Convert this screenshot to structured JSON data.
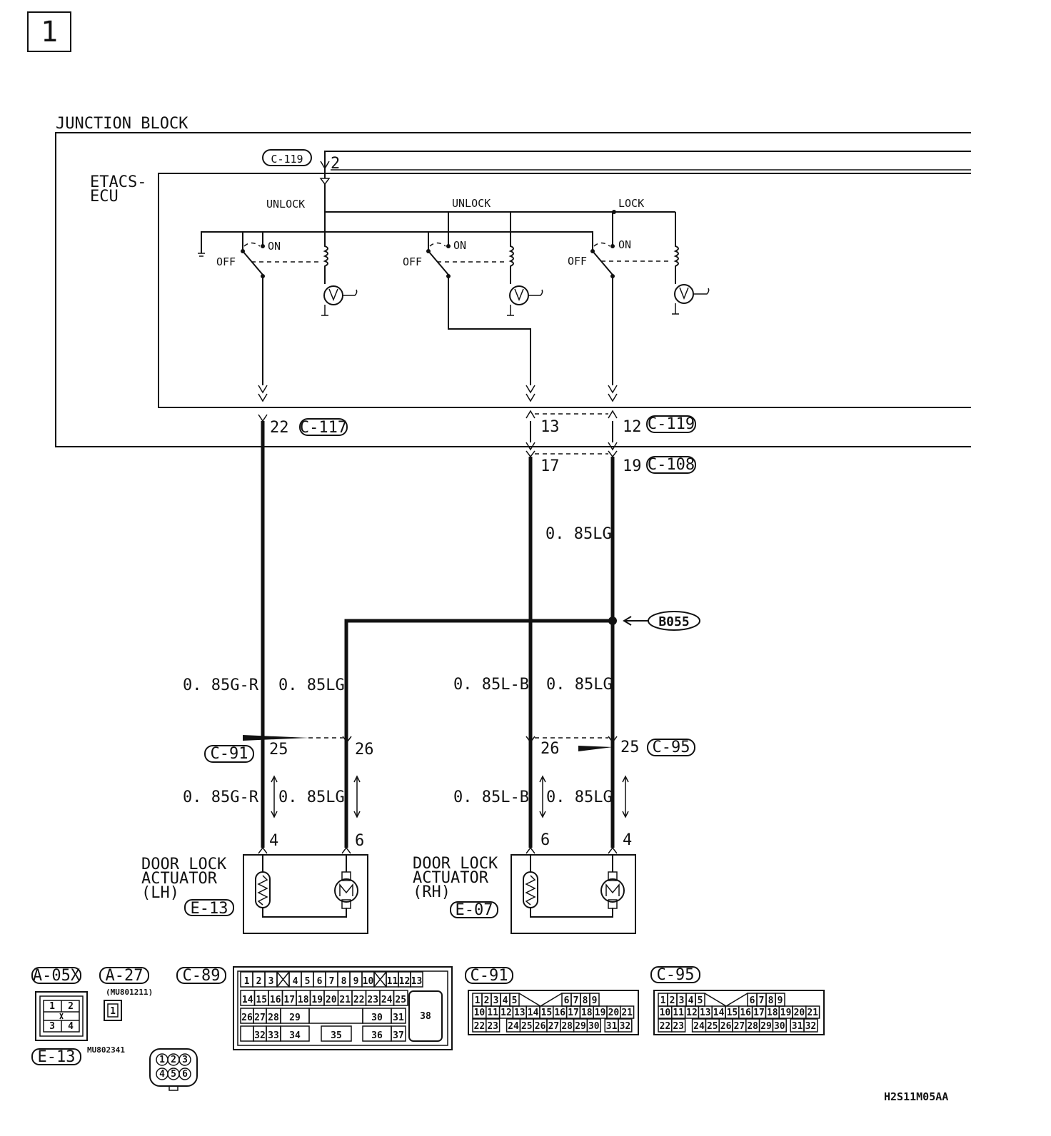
{
  "page_number": "1",
  "junction_block": "JUNCTION BLOCK",
  "ecu": {
    "line1": "ETACS-",
    "line2": "ECU"
  },
  "switch_labels": {
    "unlock": "UNLOCK",
    "lock": "LOCK",
    "on": "ON",
    "off": "OFF"
  },
  "connectors": {
    "c119": "C-119",
    "c117": "C-117",
    "c108": "C-108",
    "c91": "C-91",
    "c95": "C-95",
    "e13": "E-13",
    "e07": "E-07",
    "a05x": "A-05X",
    "a27": "A-27",
    "c89": "C-89"
  },
  "ground_point": "B055",
  "pins": {
    "p2": "2",
    "p22": "22",
    "p13": "13",
    "p12": "12",
    "p17": "17",
    "p19": "19",
    "p25_left": "25",
    "p26_left": "26",
    "p26_right": "26",
    "p25_right": "25",
    "p4_lh": "4",
    "p6_lh": "6",
    "p6_rh": "6",
    "p4_rh": "4"
  },
  "wires": {
    "lg_upper": "0. 85LG",
    "g_r_1": "0. 85G-R",
    "lg_1": "0. 85LG",
    "l_b_1": "0. 85L-B",
    "lg_2": "0. 85LG",
    "g_r_2": "0. 85G-R",
    "lg_3": "0. 85LG",
    "l_b_2": "0. 85L-B",
    "lg_4": "0. 85LG"
  },
  "actuators": {
    "lh": {
      "l1": "DOOR LOCK",
      "l2": "ACTUATOR",
      "l3": "(LH)"
    },
    "rh": {
      "l1": "DOOR LOCK",
      "l2": "ACTUATOR",
      "l3": "(RH)"
    }
  },
  "part_numbers": {
    "a27": "(MU801211)",
    "e13": "MU802341"
  },
  "connector_faces": {
    "a05x": [
      "1",
      "2",
      "3",
      "4"
    ],
    "a27": [
      "1"
    ],
    "e13": [
      "1",
      "2",
      "3",
      "4",
      "5",
      "6"
    ],
    "c89_row1": [
      "1",
      "2",
      "3",
      "",
      "4",
      "5",
      "6",
      "7",
      "8",
      "9",
      "10",
      "",
      "11",
      "12",
      "13"
    ],
    "c89_row2": [
      "14",
      "15",
      "16",
      "17",
      "18",
      "19",
      "20",
      "21",
      "22",
      "23",
      "24",
      "25"
    ],
    "c89_row3": [
      "26",
      "27",
      "28",
      "29",
      "30",
      "31"
    ],
    "c89_row4": [
      "32",
      "33",
      "34",
      "35",
      "36",
      "37"
    ],
    "c89_big": "38",
    "c91_row1": [
      "1",
      "2",
      "3",
      "4",
      "5",
      "",
      "6",
      "7",
      "8",
      "9"
    ],
    "c91_row2": [
      "10",
      "11",
      "12",
      "13",
      "14",
      "15",
      "16",
      "17",
      "18",
      "19",
      "20",
      "21"
    ],
    "c91_row3": [
      "22",
      "23",
      "24",
      "25",
      "26",
      "27",
      "28",
      "29",
      "30",
      "31",
      "32"
    ],
    "c95_row1": [
      "1",
      "2",
      "3",
      "4",
      "5",
      "",
      "6",
      "7",
      "8",
      "9"
    ],
    "c95_row2": [
      "10",
      "11",
      "12",
      "13",
      "14",
      "15",
      "16",
      "17",
      "18",
      "19",
      "20",
      "21"
    ],
    "c95_row3": [
      "22",
      "23",
      "24",
      "25",
      "26",
      "27",
      "28",
      "29",
      "30",
      "31",
      "32"
    ]
  },
  "figure_code": "H2S11M05AA"
}
